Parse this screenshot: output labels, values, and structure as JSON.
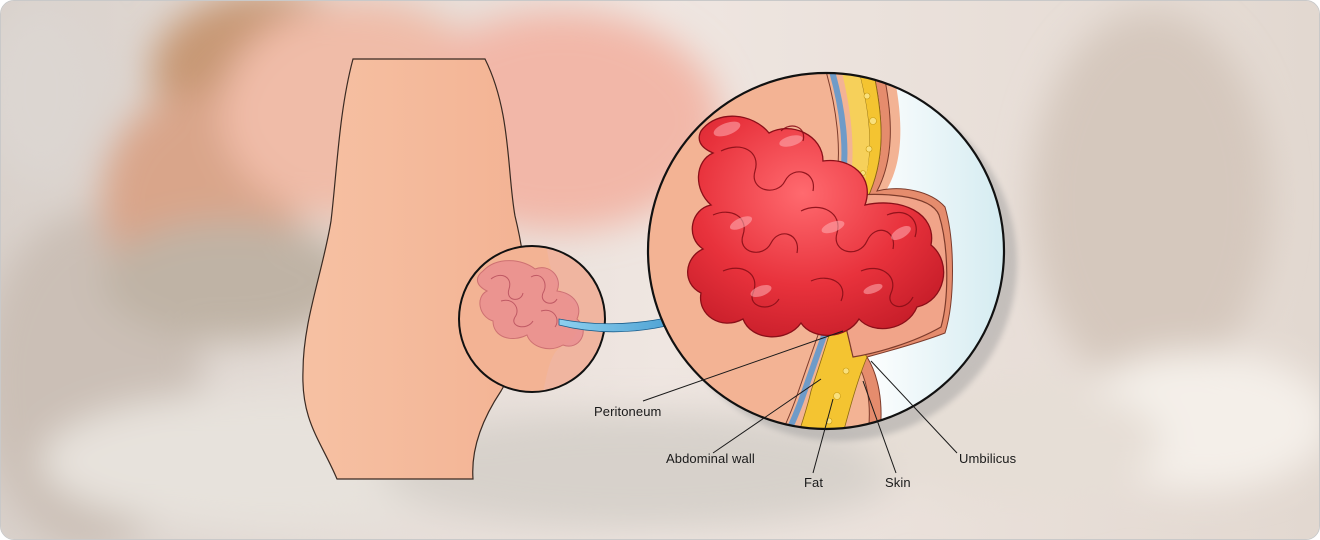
{
  "labels": {
    "peritoneum": "Peritoneum",
    "abdominal_wall": "Abdominal wall",
    "fat": "Fat",
    "skin": "Skin",
    "umbilicus": "Umbilicus"
  },
  "colors": {
    "intestine": "#e8333d",
    "skin_tone": "#f6bfa0",
    "fat_yellow": "#f4c431",
    "peritoneum_blue": "#6f9bc8",
    "arrow_blue": "#3a9bd2"
  }
}
